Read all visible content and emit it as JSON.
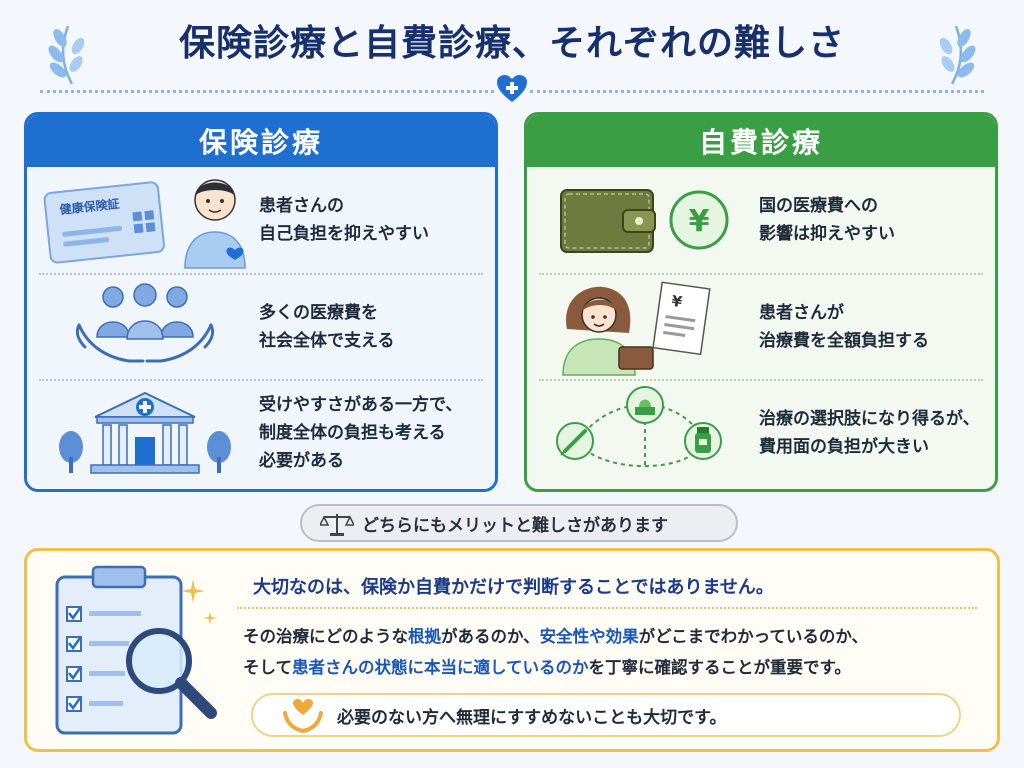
{
  "title": "保険診療と自費診療、それぞれの難しさ",
  "insurance": {
    "heading": "保険診療",
    "card_label": "健康保険証",
    "items": [
      {
        "line1": "患者さんの",
        "line2": "自己負担を抑えやすい",
        "line3": ""
      },
      {
        "line1": "多くの医療費を",
        "line2": "社会全体で支える",
        "line3": ""
      },
      {
        "line1": "受けやすさがある一方で、",
        "line2": "制度全体の負担も考える",
        "line3": "必要がある"
      }
    ]
  },
  "self_pay": {
    "heading": "自費診療",
    "yen_symbol": "¥",
    "items": [
      {
        "line1": "国の医療費への",
        "line2": "影響は抑えやすい"
      },
      {
        "line1": "患者さんが",
        "line2": "治療費を全額負担する"
      },
      {
        "line1": "治療の選択肢になり得るが、",
        "line2": "費用面の負担が大きい"
      }
    ]
  },
  "balance_note": "どちらにもメリットと難しさがあります",
  "bottom": {
    "heading": "大切なのは、保険か自費かだけで判断することではありません。",
    "para": {
      "s1": "その治療にどのような",
      "h1": "根拠",
      "s2": "があるのか、",
      "h2": "安全性や効果",
      "s3": "がどこまでわかっているのか、",
      "s4": "そして",
      "h3": "患者さんの状態に本当に適しているのか",
      "s5": "を丁寧に確認することが重要です。"
    },
    "note": "必要のない方へ無理にすすめないことも大切です。"
  },
  "colors": {
    "insurance_blue": "#1e6fd0",
    "self_pay_green": "#3a9e44",
    "title_navy": "#16306b",
    "accent_gold": "#f0c04a",
    "highlight_blue": "#1a56b8"
  }
}
